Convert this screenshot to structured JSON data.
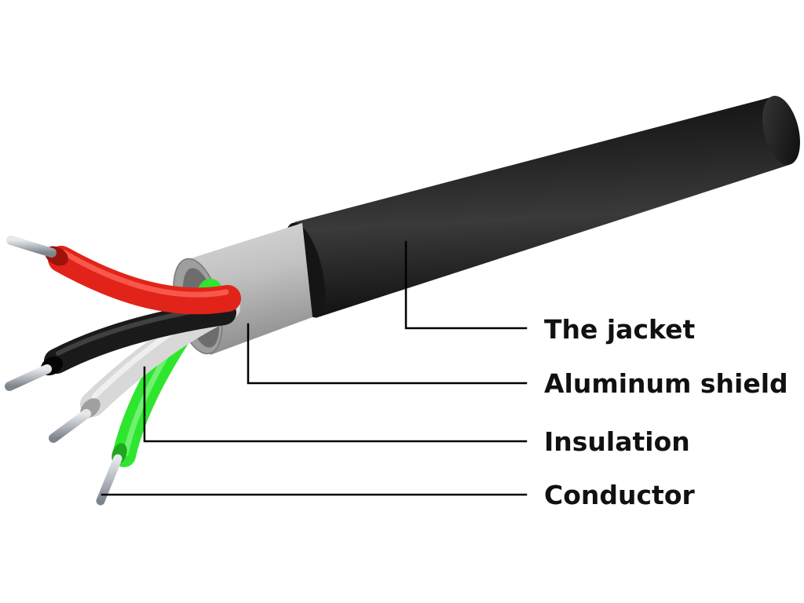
{
  "labels": {
    "jacket": "The jacket",
    "shield": "Aluminum shield",
    "insulation": "Insulation",
    "conductor": "Conductor"
  },
  "colors": {
    "jacket": "#1b1b1b",
    "shield": "#bdbdbd",
    "wire_red": "#e2231a",
    "wire_black": "#1a1a1a",
    "wire_white": "#d9d9d9",
    "wire_green": "#2ee62e",
    "conductor": "#b8bec4",
    "leader_line": "#000000"
  }
}
